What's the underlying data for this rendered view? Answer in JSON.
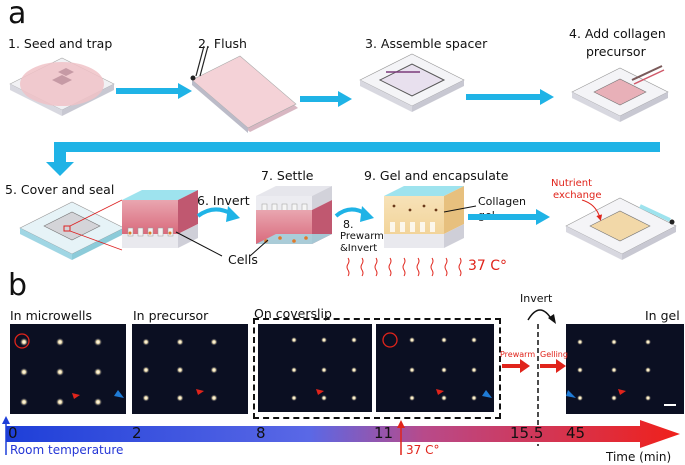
{
  "panel_a": {
    "letter": "a",
    "steps": [
      "1. Seed and trap",
      "2. Flush",
      "3. Assemble spacer",
      "4. Add collagen",
      "precursor",
      "5. Cover and seal",
      "6. Invert",
      "7. Settle",
      "9. Gel and encapsulate"
    ],
    "labels": {
      "collagen_gel_1": "Collagen",
      "collagen_gel_2": "gel",
      "cells": "Cells",
      "prewarm_1": "8.",
      "prewarm_2": "Prewarm",
      "prewarm_3": "&Invert",
      "temp": "37 C°",
      "nutrient_1": "Nutrient",
      "nutrient_2": "exchange"
    }
  },
  "panel_b": {
    "letter": "b",
    "image_labels": [
      "In microwells",
      "In precursor",
      "On coverslip",
      "In gel"
    ],
    "invert": "Invert",
    "prewarm": "Prewarm",
    "gelling": "Gelling",
    "timeline": {
      "ticks": [
        "0",
        "2",
        "8",
        "11",
        "15.5",
        "45"
      ],
      "room_temperature": "Room temperature",
      "temp": "37 C°",
      "axis_label": "Time (min)"
    }
  },
  "colors": {
    "arrow_cyan": "#1fb3e6",
    "red": "#e0241b",
    "blue": "#2436d6",
    "micro_bg": "#0b0f22"
  }
}
